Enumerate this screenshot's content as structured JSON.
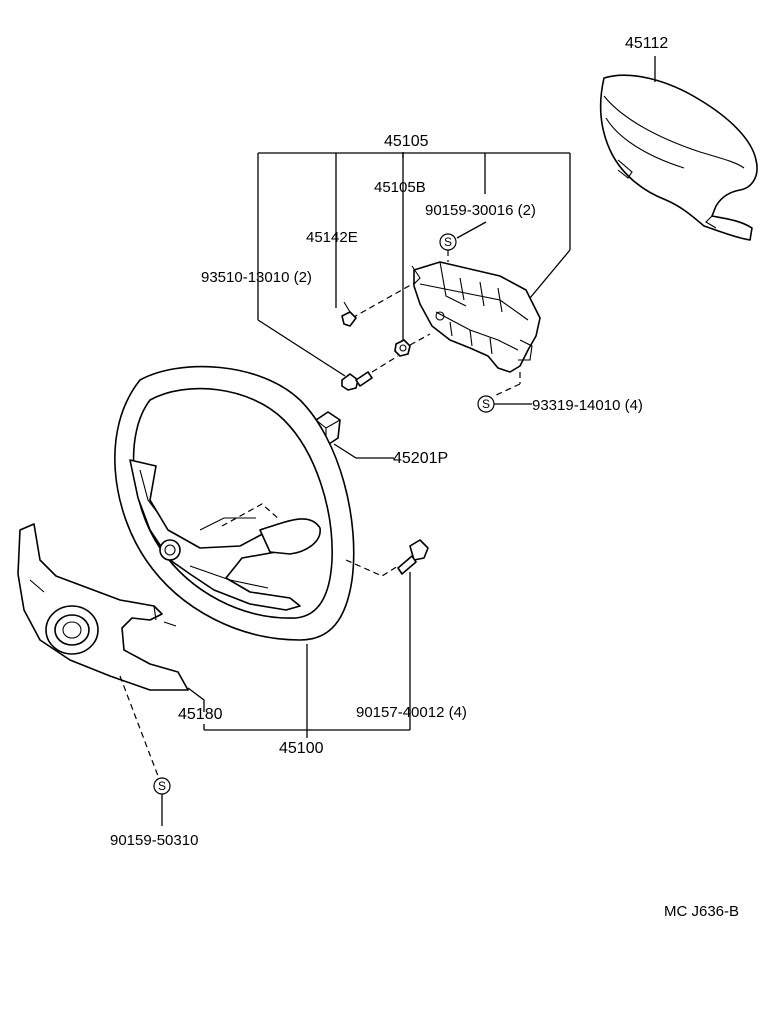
{
  "parts": {
    "p45112": "45112",
    "p45105": "45105",
    "p45105b": "45105B",
    "p90159_30016": "90159-30016 (2)",
    "p45142e": "45142E",
    "p93510": "93510-13010 (2)",
    "p93319": "93319-14010 (4)",
    "p45201p": "45201P",
    "p45180": "45180",
    "p90157": "90157-40012 (4)",
    "p45100": "45100",
    "p90159_50310": "90159-50310"
  },
  "symbols": {
    "s": "S"
  },
  "footer": {
    "code": "MC J636-B"
  }
}
